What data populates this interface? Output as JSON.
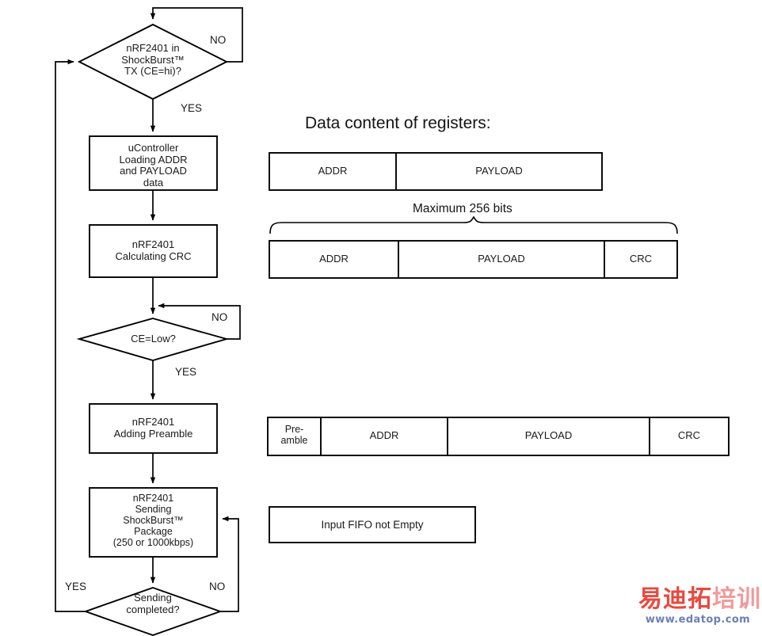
{
  "flowchart": {
    "nodes": [
      {
        "id": "decision-shockburst-tx",
        "type": "decision",
        "text": "nRF2401 in\nShockBurst™\nTX (CE=hi)?",
        "yes_label": "YES",
        "no_label": "NO"
      },
      {
        "id": "process-ucontroller-loading",
        "type": "process",
        "text": "uController\nLoading ADDR\nand PAYLOAD\ndata"
      },
      {
        "id": "process-calculating-crc",
        "type": "process",
        "text": "nRF2401\nCalculating CRC"
      },
      {
        "id": "decision-ce-low",
        "type": "decision",
        "text": "CE=Low?",
        "yes_label": "YES",
        "no_label": "NO"
      },
      {
        "id": "process-adding-preamble",
        "type": "process",
        "text": "nRF2401\nAdding Preamble"
      },
      {
        "id": "process-sending-package",
        "type": "process",
        "text": "nRF2401\nSending\nShockBurst™\nPackage\n(250 or 1000kbps)"
      },
      {
        "id": "decision-sending-completed",
        "type": "decision",
        "text": "Sending\ncompleted?",
        "yes_label": "YES",
        "no_label": "NO"
      }
    ]
  },
  "registers": {
    "title": "Data content of registers:",
    "brace_label": "Maximum 256 bits",
    "table_register": {
      "cells": [
        {
          "label": "ADDR"
        },
        {
          "label": "PAYLOAD"
        }
      ]
    },
    "table_with_crc": {
      "cells": [
        {
          "label": "ADDR"
        },
        {
          "label": "PAYLOAD"
        },
        {
          "label": "CRC"
        }
      ]
    },
    "table_full_packet": {
      "cells": [
        {
          "label": "Pre-\namble"
        },
        {
          "label": "ADDR"
        },
        {
          "label": "PAYLOAD"
        },
        {
          "label": "CRC"
        }
      ]
    },
    "fifo_box": {
      "label": "Input FIFO not Empty"
    }
  },
  "watermark": {
    "brand_dark": "易迪拓",
    "brand_light": "培训",
    "url": "www.edatop.com"
  },
  "colors": {
    "stroke": "#000000",
    "background": "#ffffff",
    "watermark_red": "#e8493f",
    "watermark_pink": "#f09a9a",
    "watermark_url": "#6b7fb5"
  }
}
